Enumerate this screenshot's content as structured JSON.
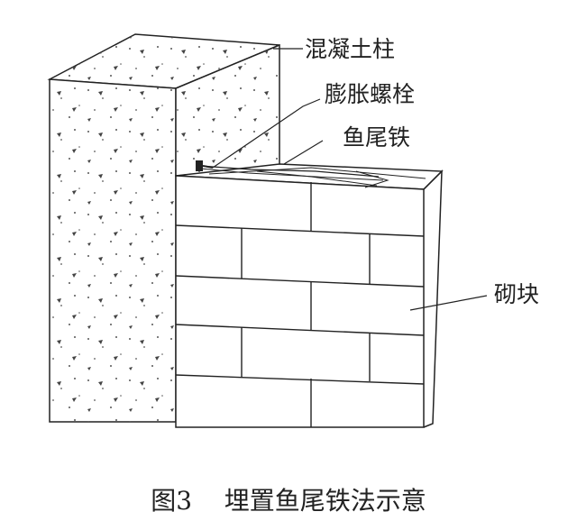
{
  "labels": {
    "column": "混凝土柱",
    "bolt": "膨胀螺栓",
    "tie": "鱼尾铁",
    "block": "砌块"
  },
  "caption": "图3    埋置鱼尾铁法示意"
}
